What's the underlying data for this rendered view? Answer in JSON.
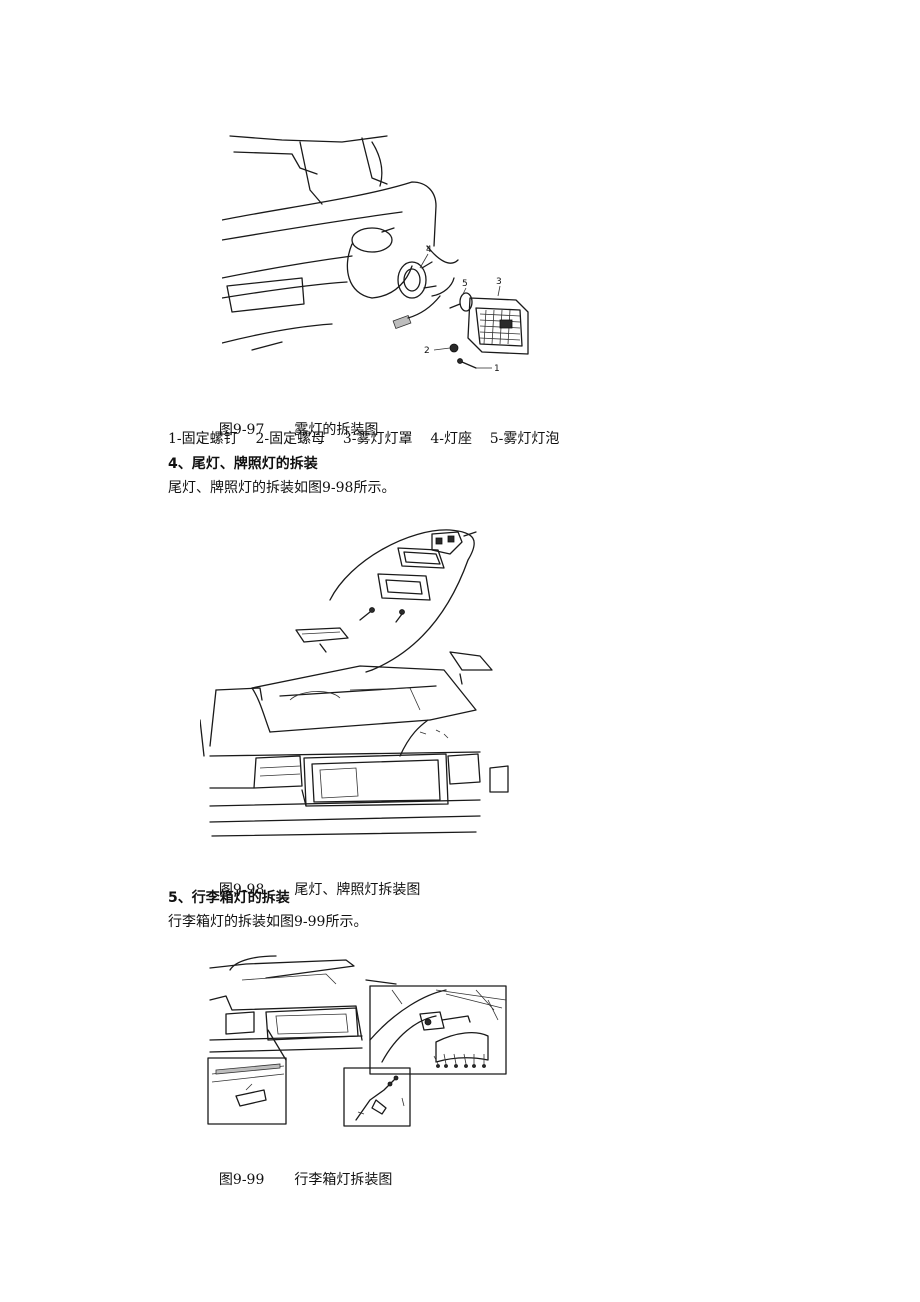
{
  "figure_97": {
    "caption_number": "图9-97",
    "caption_title": "雾灯的拆装图",
    "callouts": [
      "1",
      "2",
      "3",
      "4",
      "5"
    ]
  },
  "parts_list": "1-固定螺钉    2-固定螺母    3-雾灯灯罩    4-灯座    5-雾灯灯泡",
  "section_4": {
    "heading": "4、尾灯、牌照灯的拆装",
    "body": "尾灯、牌照灯的拆装如图9-98所示。"
  },
  "figure_98": {
    "caption_number": "图9-98",
    "caption_title": "尾灯、牌照灯拆装图"
  },
  "section_5": {
    "heading": "5、行李箱灯的拆装",
    "body": "行李箱灯的拆装如图9-99所示。"
  },
  "figure_99": {
    "caption_number": "图9-99",
    "caption_title": "行李箱灯拆装图"
  }
}
